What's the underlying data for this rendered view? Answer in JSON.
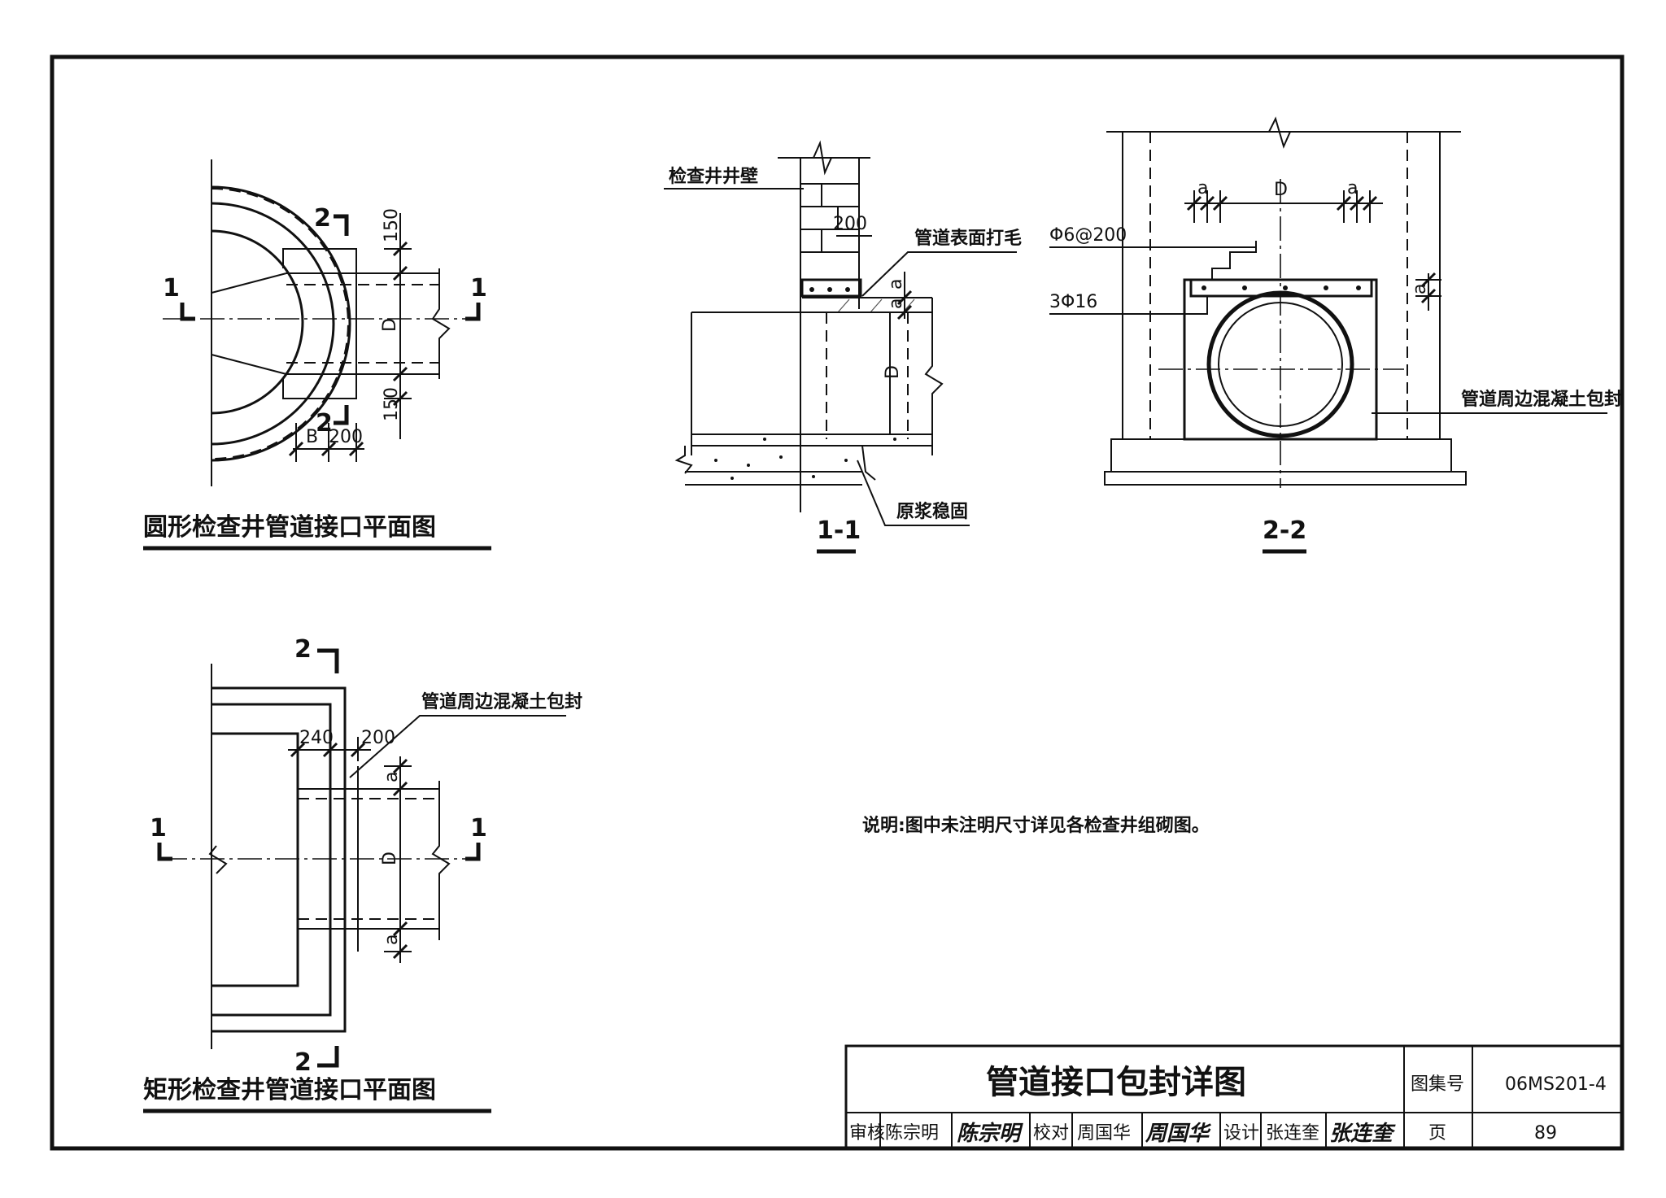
{
  "plan_circular": {
    "caption": "圆形检查井管道接口平面图",
    "section_1_left": "1",
    "section_1_right": "1",
    "section_2_top": "2",
    "section_2_bottom": "2",
    "dim_top": "150",
    "dim_bottom": "150",
    "dim_D": "D",
    "dim_B": "B",
    "dim_200": "200"
  },
  "plan_rect": {
    "caption": "矩形检查井管道接口平面图",
    "section_2_top": "2",
    "section_2_bottom": "2",
    "section_1_left": "1",
    "section_1_right": "1",
    "label_encase": "管道周边混凝土包封",
    "dim_240": "240",
    "dim_200": "200",
    "dim_a_top": "a",
    "dim_D": "D",
    "dim_a_bottom": "a"
  },
  "section_11": {
    "caption": "1-1",
    "label_wall": "检查井井壁",
    "label_roughen": "管道表面打毛",
    "label_mortar": "原浆稳固",
    "dim_200": "200",
    "dim_a_top": "a",
    "dim_a_mid": "a",
    "dim_D": "D"
  },
  "section_22": {
    "caption": "2-2",
    "dim_D": "D",
    "dim_a1": "a",
    "dim_a2": "a",
    "dim_a_side": "a",
    "label_stirrup": "Φ6@200",
    "label_rebar": "3Φ16",
    "label_encase": "管道周边混凝土包封"
  },
  "note": "说明:图中未注明尺寸详见各检查井组砌图。",
  "title_block": {
    "title": "管道接口包封详图",
    "atlas_label": "图集号",
    "atlas_no": "06MS201-4",
    "review_label": "审核",
    "reviewer": "陈宗明",
    "reviewer_sig": "陈宗明",
    "check_label": "校对",
    "checker": "周国华",
    "checker_sig": "周国华",
    "design_label": "设计",
    "designer": "张连奎",
    "designer_sig": "张连奎",
    "page_label": "页",
    "page_no": "89"
  }
}
